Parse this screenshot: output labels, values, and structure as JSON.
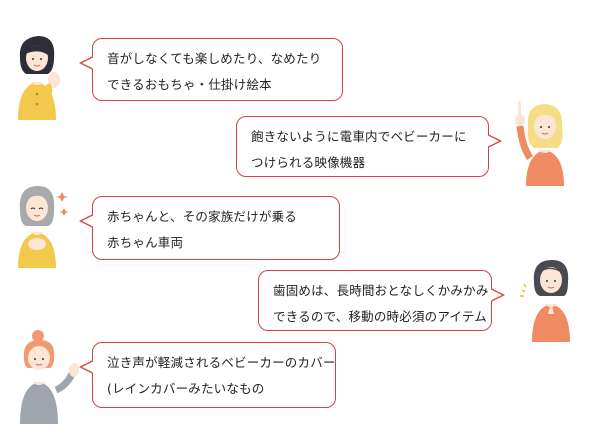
{
  "dialogue": [
    {
      "id": "b1",
      "side": "left",
      "lines": [
        "音がしなくても楽しめたり、なめたり",
        "できるおもちゃ・仕掛け絵本"
      ]
    },
    {
      "id": "b2",
      "side": "right",
      "lines": [
        "飽きないように電車内でベビーカーに",
        "つけられる映像機器"
      ]
    },
    {
      "id": "b3",
      "side": "left",
      "lines": [
        "赤ちゃんと、その家族だけが乗る",
        "赤ちゃん車両"
      ]
    },
    {
      "id": "b4",
      "side": "right",
      "lines": [
        "歯固めは、長時間おとなしくかみかみ",
        "できるので、移動の時必須のアイテム"
      ]
    },
    {
      "id": "b5",
      "side": "left",
      "lines": [
        "泣き声が軽減されるベビーカーのカバー",
        "(レインカバーみたいなもの"
      ]
    }
  ],
  "colors": {
    "bubble_border": "#d94040",
    "text": "#222222",
    "background": "#ffffff"
  },
  "icons": [
    "woman-dark-hair-clasped-hands-icon",
    "woman-blonde-finger-up-icon",
    "woman-gray-hair-hands-on-chest-icon",
    "woman-dark-hair-praying-icon",
    "woman-bun-hair-waving-icon"
  ]
}
